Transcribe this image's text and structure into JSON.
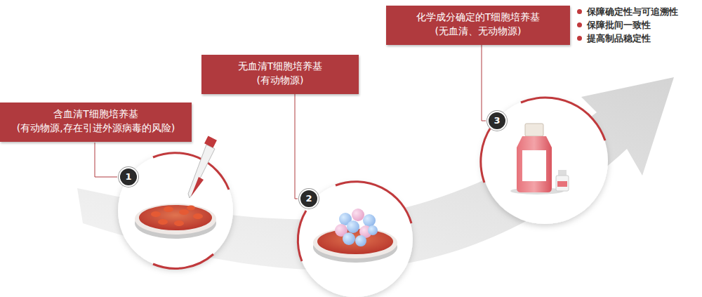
{
  "diagram": {
    "nodes": [
      {
        "text": [
          "含血清T细胞培养基",
          "(有动物源,存在引进外源病毒的风险)"
        ]
      },
      {
        "text": [
          "无血清T细胞培养基",
          "(有动物源)"
        ]
      },
      {
        "text": [
          "化学成分确定的T细胞培养基",
          "(无血清、无动物源)"
        ]
      }
    ],
    "edges": [],
    "labels": [
      "1",
      "2",
      "3",
      "保障确定性与可追溯性",
      "保障批间一致性",
      "提高制品稳定性"
    ]
  }
}
